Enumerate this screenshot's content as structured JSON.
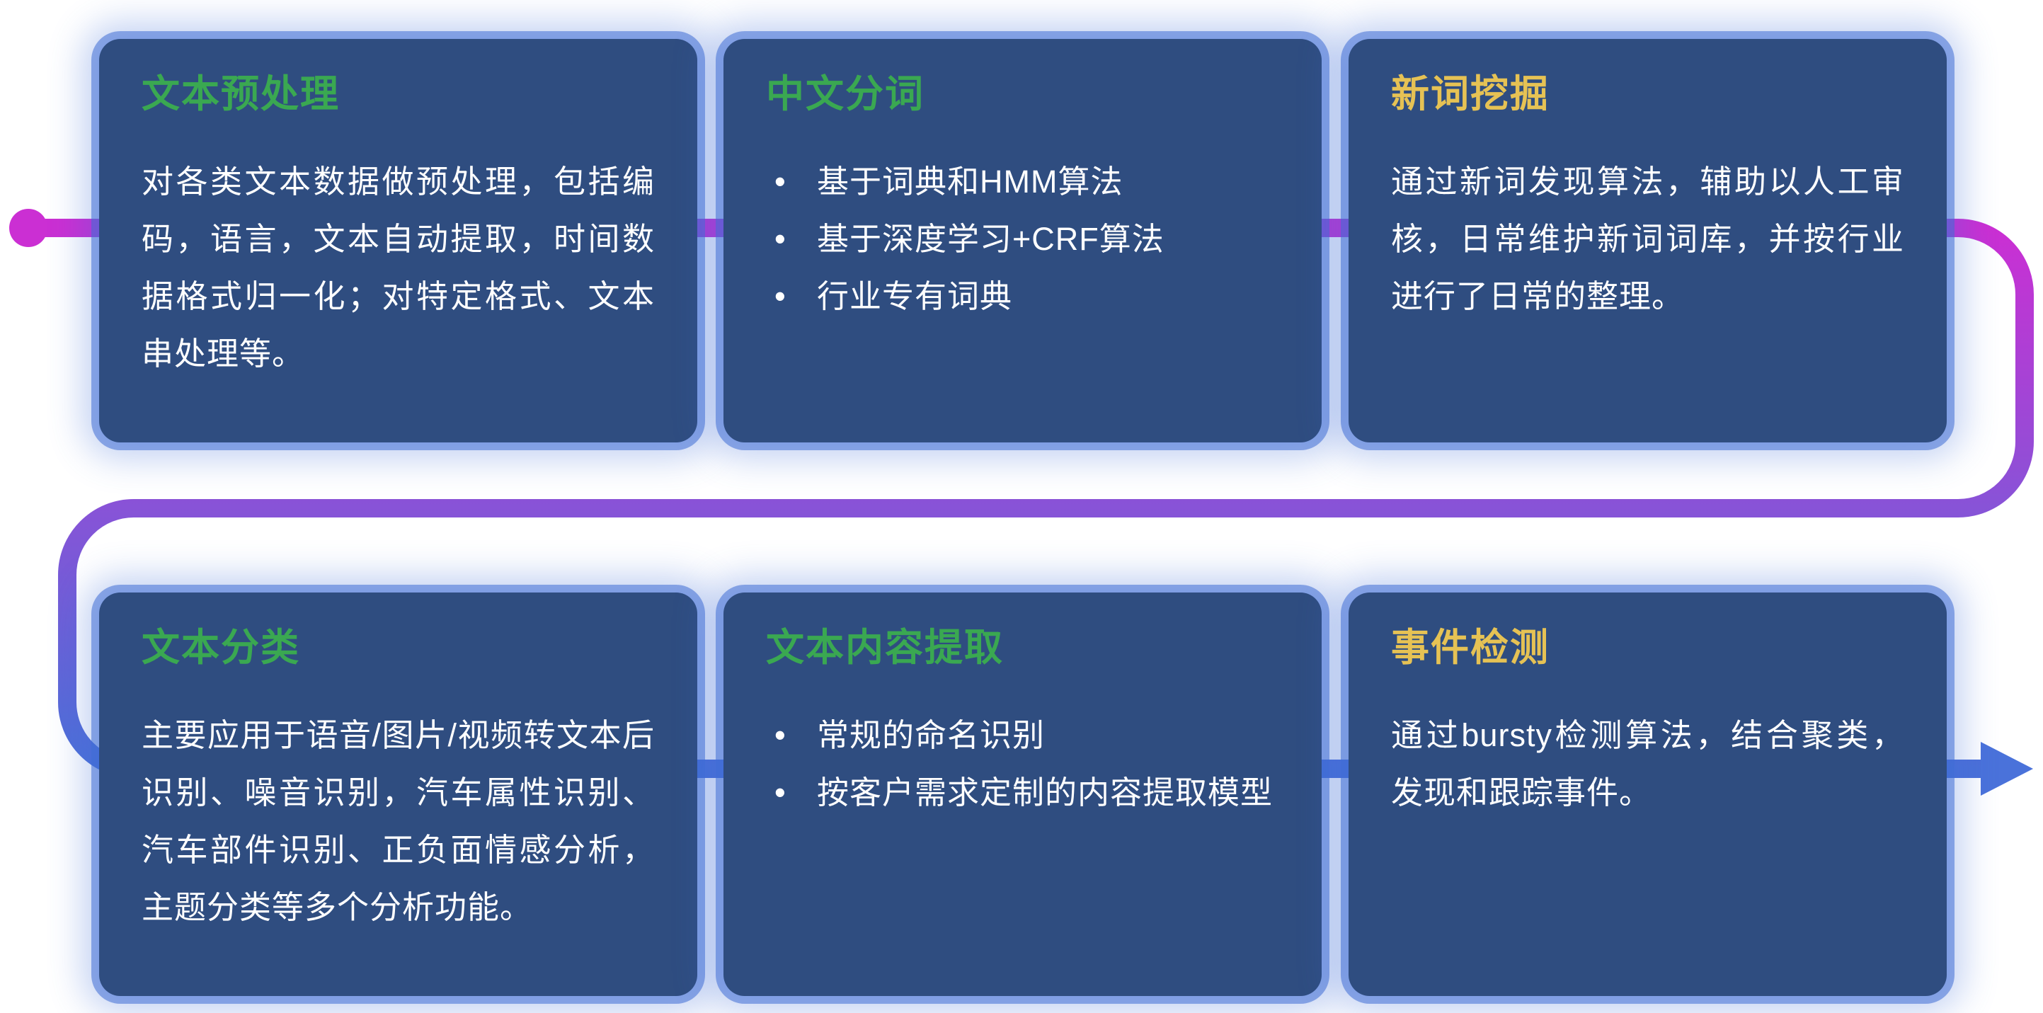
{
  "page": {
    "background": "#ffffff"
  },
  "bullet_char": "•",
  "flow": {
    "start_dot_color": "#cb2fd3",
    "gradient": [
      "#cb2fd3",
      "#8a52d7",
      "#4a70d8"
    ],
    "arrow_color": "#4a72da"
  },
  "cards": [
    {
      "id": "text-preprocessing",
      "title": "文本预处理",
      "title_color": "#3aa851",
      "body": "对各类文本数据做预处理，包括编码，语言，文本自动提取，时间数据格式归一化；对特定格式、文本串处理等。",
      "bullets": []
    },
    {
      "id": "chinese-word-segmentation",
      "title": "中文分词",
      "title_color": "#3aa851",
      "body": "",
      "bullets": [
        "基于词典和HMM算法",
        "基于深度学习+CRF算法",
        "行业专有词典"
      ]
    },
    {
      "id": "new-word-mining",
      "title": "新词挖掘",
      "title_color": "#e6c254",
      "body": "通过新词发现算法，辅助以人工审核，日常维护新词词库，并按行业进行了日常的整理。",
      "bullets": []
    },
    {
      "id": "text-classification",
      "title": "文本分类",
      "title_color": "#3aa851",
      "body": "主要应用于语音/图片/视频转文本后识别、噪音识别，汽车属性识别、汽车部件识别、正负面情感分析，主题分类等多个分析功能。",
      "bullets": []
    },
    {
      "id": "text-content-extraction",
      "title": "文本内容提取",
      "title_color": "#3aa851",
      "body": "",
      "bullets": [
        "常规的命名识别",
        "按客户需求定制的内容提取模型"
      ]
    },
    {
      "id": "event-detection",
      "title": "事件检测",
      "title_color": "#e6c254",
      "body": "通过bursty检测算法，结合聚类，发现和跟踪事件。",
      "bullets": []
    }
  ]
}
